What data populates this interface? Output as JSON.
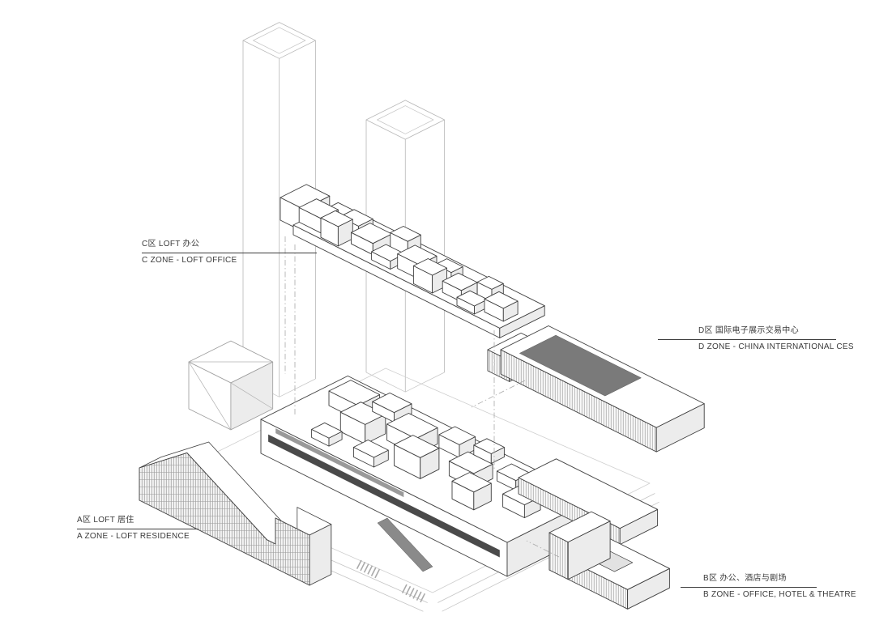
{
  "page": {
    "background": "#ffffff"
  },
  "diagram": {
    "type": "exploded-axonometric-architecture",
    "labels": {
      "c_zone": {
        "cn": "C区 LOFT 办公",
        "en": "C ZONE - LOFT OFFICE"
      },
      "d_zone": {
        "cn": "D区 国际电子展示交易中心",
        "en": "D ZONE - CHINA INTERNATIONAL CES"
      },
      "a_zone": {
        "cn": "A区 LOFT 居住",
        "en": "A ZONE - LOFT RESIDENCE"
      },
      "b_zone": {
        "cn": "B区 办公、酒店与剧场",
        "en": "B ZONE - OFFICE, HOTEL & THEATRE"
      }
    },
    "colors": {
      "line": "#3f3f3f",
      "light_line": "#b8b8b8",
      "dark_roof": "#7a7a7a",
      "background": "#ffffff"
    }
  }
}
